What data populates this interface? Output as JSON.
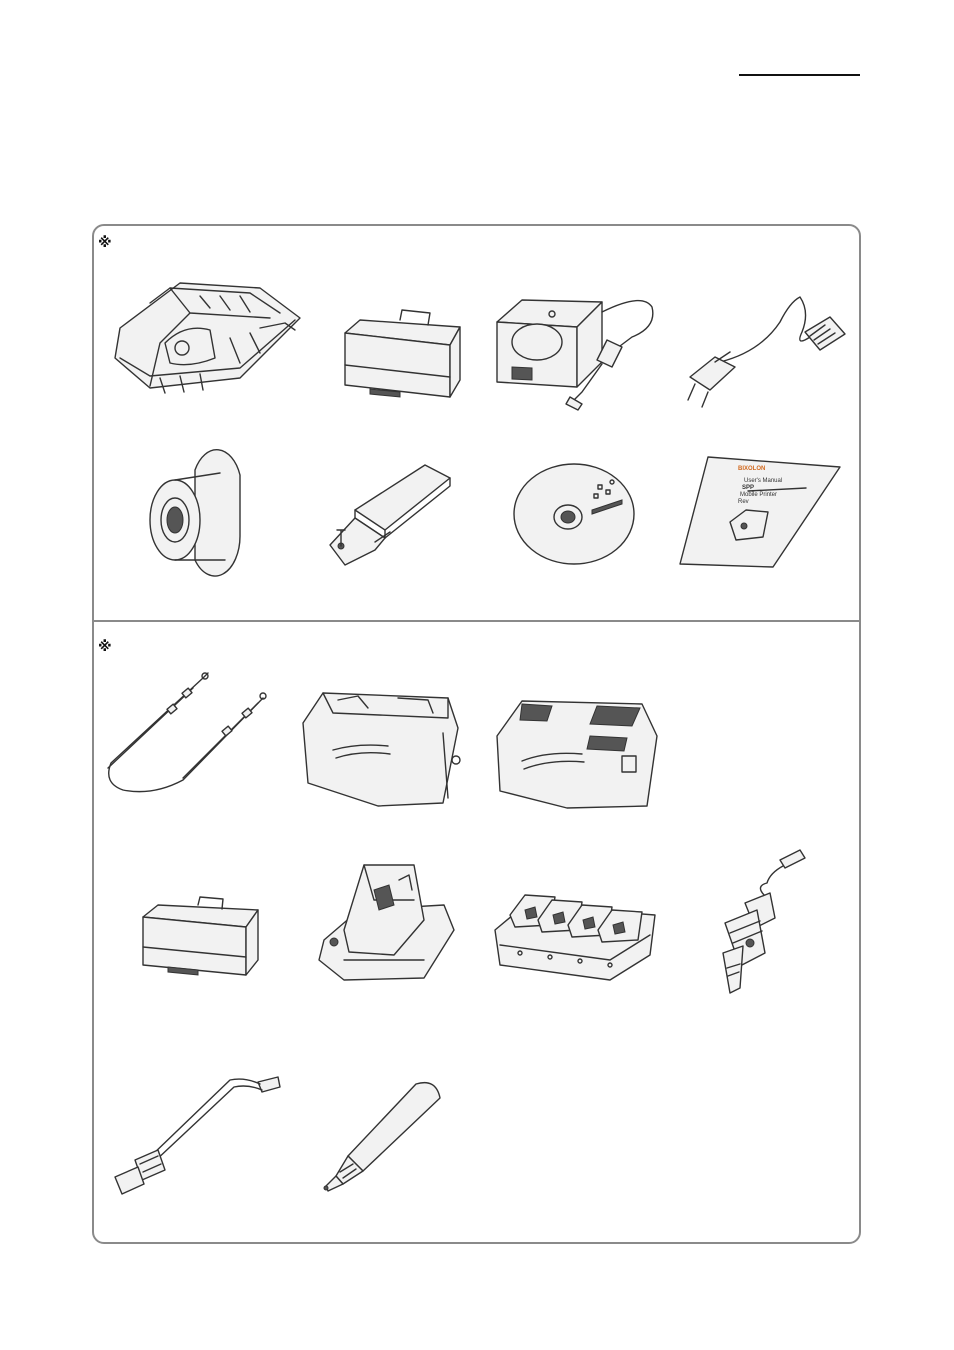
{
  "header": {
    "section_title": ""
  },
  "standard_section": {
    "marker": "※",
    "title": "",
    "items": [
      {
        "icon": "printer-icon"
      },
      {
        "icon": "battery-pack-icon"
      },
      {
        "icon": "ac-adapter-icon"
      },
      {
        "icon": "power-cord-icon"
      },
      {
        "icon": "paper-roll-icon"
      },
      {
        "icon": "belt-clip-icon"
      },
      {
        "icon": "cd-rom-icon"
      },
      {
        "icon": "user-manual-icon"
      }
    ]
  },
  "optional_section": {
    "marker": "※",
    "title": "",
    "items": [
      {
        "icon": "shoulder-strap-icon"
      },
      {
        "icon": "carrying-case-icon"
      },
      {
        "icon": "protective-case-icon"
      },
      {
        "icon": "battery-pack-icon"
      },
      {
        "icon": "single-charger-icon"
      },
      {
        "icon": "quad-charger-icon"
      },
      {
        "icon": "car-adapter-icon"
      },
      {
        "icon": "usb-cable-icon"
      },
      {
        "icon": "stylus-icon"
      }
    ]
  },
  "manual_cover": {
    "brand": "BIXOLON",
    "line1": "User's Manual",
    "line2": "SPP",
    "line3": "Mobile Printer",
    "line4": "Rev"
  }
}
